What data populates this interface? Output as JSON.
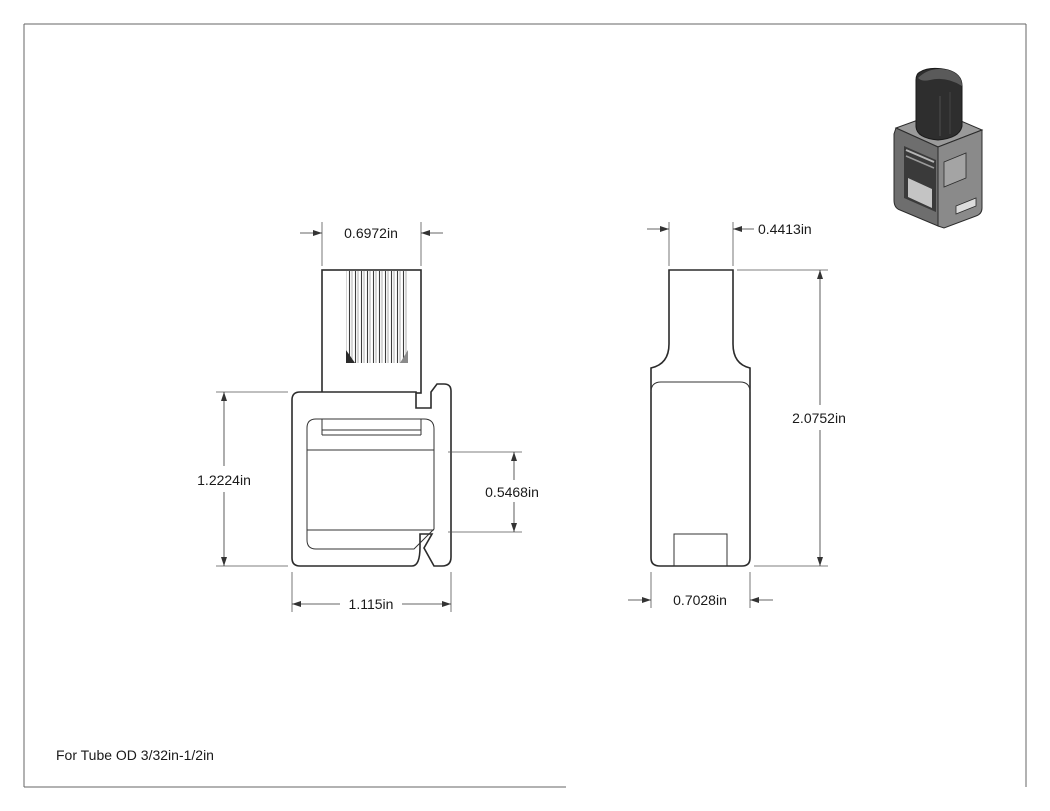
{
  "dimensions": {
    "front_top_width": "0.6972in",
    "front_height": "1.2224in",
    "front_opening": "0.5468in",
    "front_bottom_width": "1.115in",
    "side_top_width": "0.4413in",
    "side_total_height": "2.0752in",
    "side_bottom_width": "0.7028in"
  },
  "note": "For Tube OD 3/32in-1/2in",
  "colors": {
    "line": "#2b2b2b",
    "iso_dark": "#3a3a3a",
    "iso_mid": "#6e6e6e",
    "iso_light": "#b5b5b5"
  }
}
